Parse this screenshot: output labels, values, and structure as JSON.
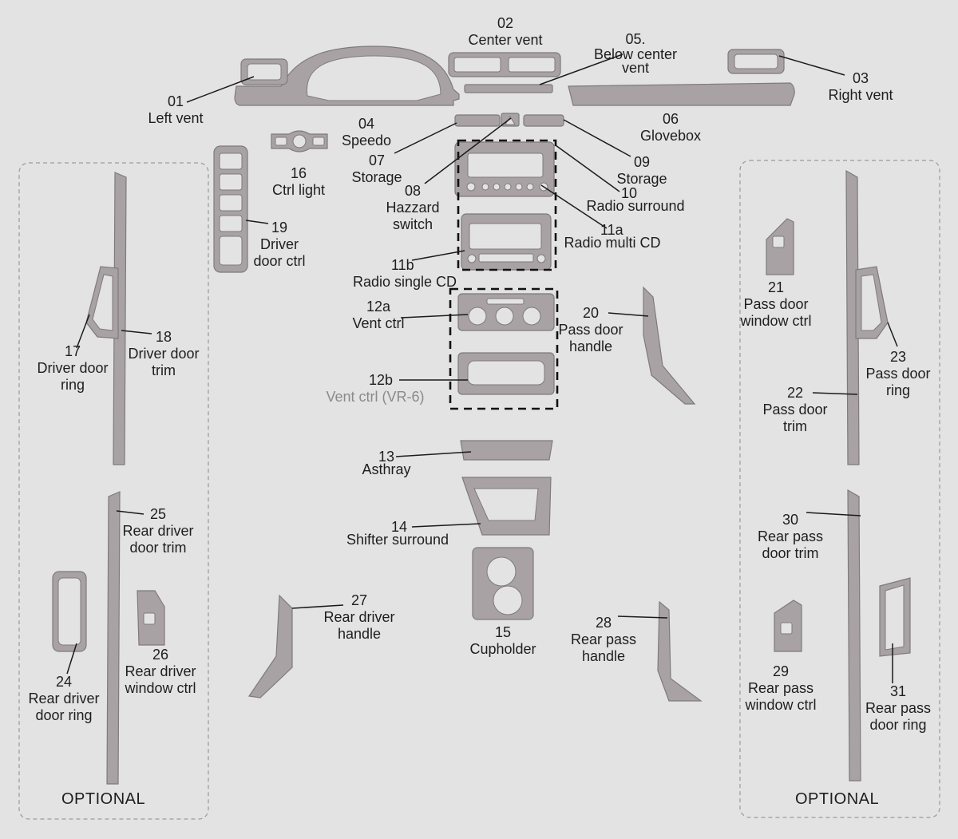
{
  "colors": {
    "background": "#e3e3e3",
    "part_fill": "#a8a2a4",
    "part_stroke": "#7f7a7c",
    "leader": "#1b1b1b"
  },
  "optional_left": "OPTIONAL",
  "optional_right": "OPTIONAL",
  "parts": [
    {
      "id": "01",
      "name": "Left vent"
    },
    {
      "id": "02",
      "name": "Center vent"
    },
    {
      "id": "05.",
      "name": "Below center vent"
    },
    {
      "id": "03",
      "name": "Right vent"
    },
    {
      "id": "04",
      "name": "Speedo"
    },
    {
      "id": "06",
      "name": "Glovebox"
    },
    {
      "id": "07",
      "name": "Storage"
    },
    {
      "id": "09",
      "name": "Storage"
    },
    {
      "id": "16",
      "name": "Ctrl light"
    },
    {
      "id": "08",
      "name": "Hazzard switch"
    },
    {
      "id": "10",
      "name": "Radio surround"
    },
    {
      "id": "11a",
      "name": "Radio multi CD"
    },
    {
      "id": "19",
      "name": "Driver door ctrl"
    },
    {
      "id": "11b",
      "name": "Radio single CD"
    },
    {
      "id": "12a",
      "name": "Vent ctrl"
    },
    {
      "id": "20",
      "name": "Pass door handle"
    },
    {
      "id": "12b",
      "name": "Vent ctrl (VR-6)"
    },
    {
      "id": "13",
      "name": "Asthray"
    },
    {
      "id": "14",
      "name": "Shifter surround"
    },
    {
      "id": "15",
      "name": "Cupholder"
    },
    {
      "id": "17",
      "name": "Driver door ring"
    },
    {
      "id": "18",
      "name": "Driver door trim"
    },
    {
      "id": "21",
      "name": "Pass door window ctrl"
    },
    {
      "id": "22",
      "name": "Pass door trim"
    },
    {
      "id": "23",
      "name": "Pass door ring"
    },
    {
      "id": "25",
      "name": "Rear driver door trim"
    },
    {
      "id": "24",
      "name": "Rear driver door ring"
    },
    {
      "id": "26",
      "name": "Rear driver window ctrl"
    },
    {
      "id": "27",
      "name": "Rear driver handle"
    },
    {
      "id": "28",
      "name": "Rear pass handle"
    },
    {
      "id": "29",
      "name": "Rear pass window ctrl"
    },
    {
      "id": "30",
      "name": "Rear pass door trim"
    },
    {
      "id": "31",
      "name": "Rear pass door ring"
    }
  ]
}
